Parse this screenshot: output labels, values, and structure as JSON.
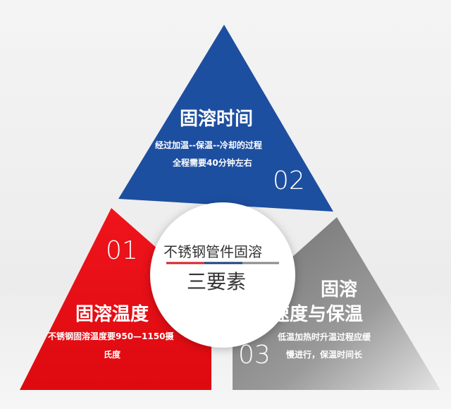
{
  "colors": {
    "blue": "#1d4fa0",
    "red": "#e8121a",
    "gray": "#8a8a8a"
  },
  "center": {
    "line1": "不锈钢管件固溶",
    "line2": "三要素"
  },
  "sections": [
    {
      "number": "01",
      "title": "固溶温度",
      "lines": [
        "不锈钢固溶温度要950—1150摄",
        "氏度"
      ]
    },
    {
      "number": "02",
      "title": "固溶时间",
      "lines": [
        "经过加温--保温--冷却的过程",
        "全程需要40分钟左右"
      ]
    },
    {
      "number": "03",
      "title_lines": [
        "固溶",
        "速度与保温"
      ],
      "lines": [
        "低温加热时升温过程应缓",
        "慢进行，保温时间长"
      ]
    }
  ]
}
